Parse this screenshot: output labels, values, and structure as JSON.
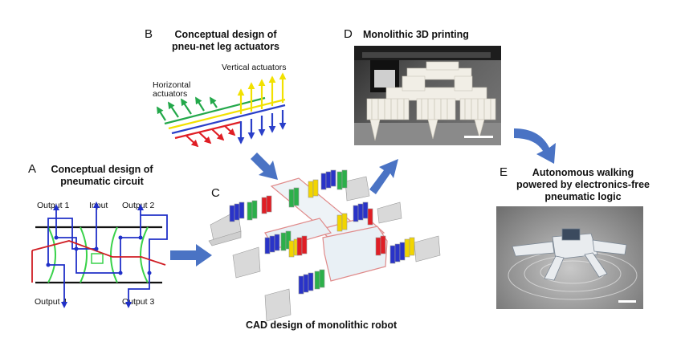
{
  "panels": {
    "a": {
      "letter": "A",
      "title_line1": "Conceptual design of",
      "title_line2": "pneumatic circuit",
      "labels": {
        "output1": "Output 1",
        "input": "Input",
        "output2": "Output 2",
        "output4": "Output 4",
        "output3": "Output 3"
      }
    },
    "b": {
      "letter": "B",
      "title_line1": "Conceptual design of",
      "title_line2": "pneu-net leg actuators",
      "labels": {
        "vertical": "Vertical actuators",
        "horizontal_line1": "Horizontal",
        "horizontal_line2": "actuators"
      }
    },
    "c": {
      "letter": "C",
      "caption": "CAD design of monolithic robot"
    },
    "d": {
      "letter": "D",
      "title": "Monolithic 3D printing"
    },
    "e": {
      "letter": "E",
      "title_line1": "Autonomous walking",
      "title_line2": "powered by electronics-free",
      "title_line3": "pneumatic logic"
    }
  },
  "colors": {
    "arrow": "#4a73c4",
    "green": "#23a84a",
    "yellow": "#f2e100",
    "blue": "#2a3fc9",
    "red": "#e01e25"
  }
}
